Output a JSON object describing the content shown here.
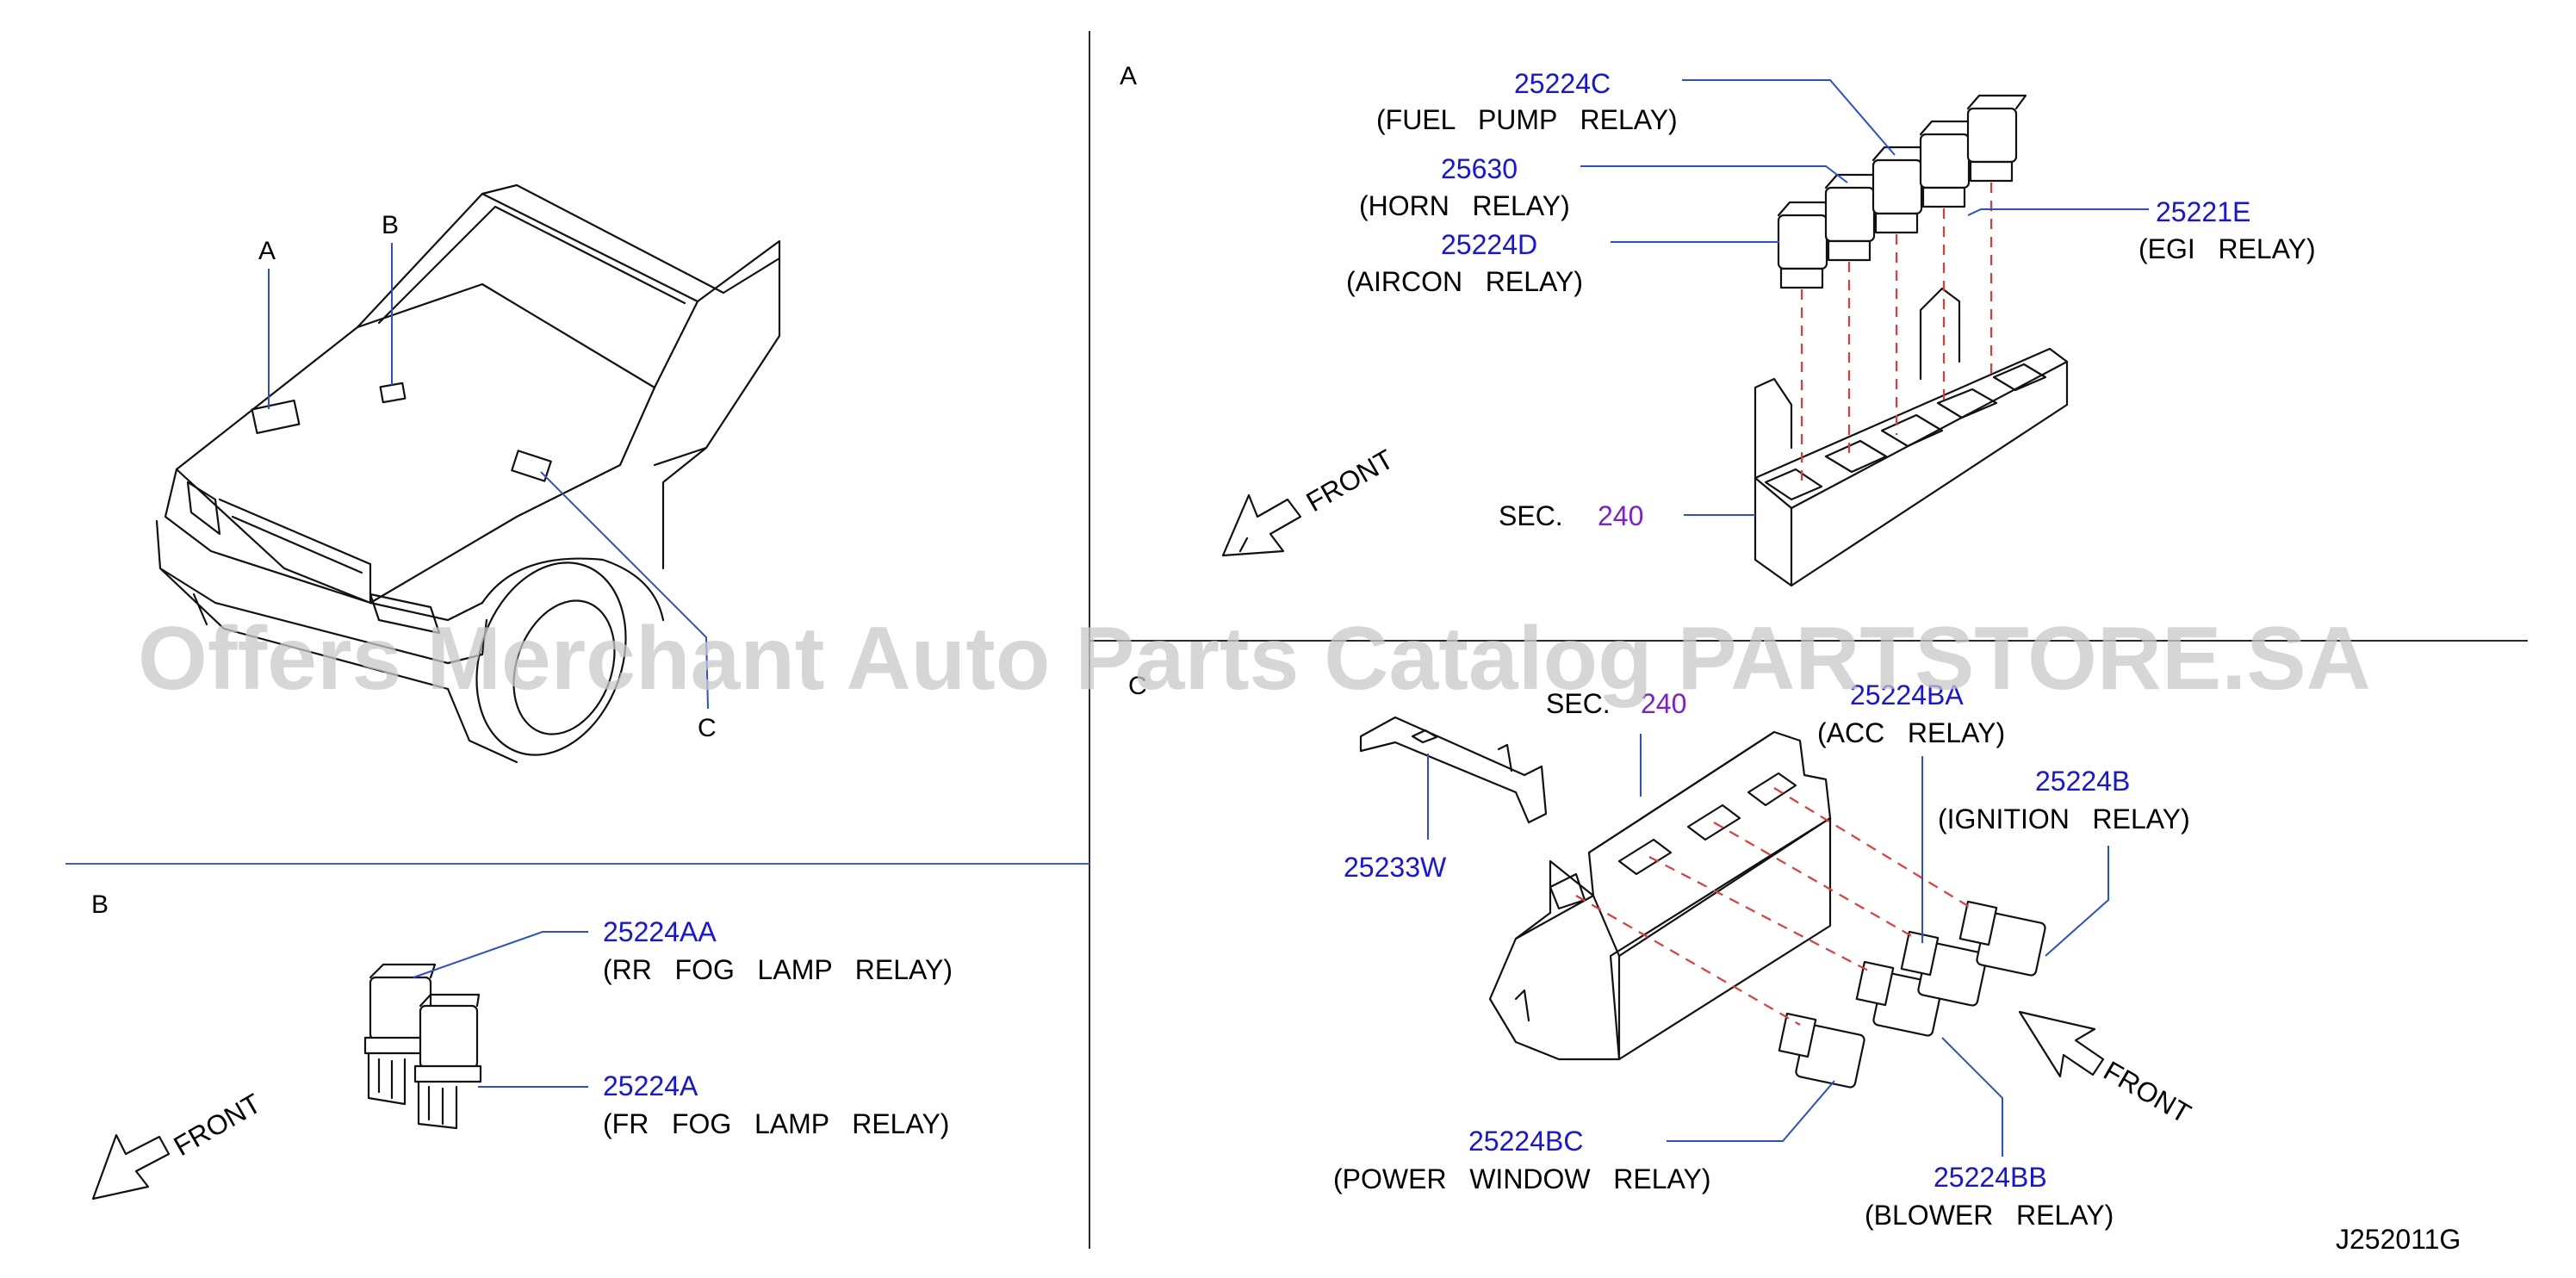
{
  "panels": {
    "overview": {
      "view_a": "A",
      "view_b": "B",
      "view_c": "C"
    },
    "a": {
      "title": "A",
      "fuel_pump_pn": "25224C",
      "fuel_pump_name": "(FUEL   PUMP   RELAY)",
      "horn_pn": "25630",
      "horn_name": "(HORN   RELAY)",
      "aircon_pn": "25224D",
      "aircon_name": "(AIRCON   RELAY)",
      "egi_pn": "25221E",
      "egi_name": "(EGI   RELAY)",
      "front": "FRONT",
      "sec_label": "SEC.",
      "sec_num": "240"
    },
    "b": {
      "title": "B",
      "rr_fog_pn": "25224AA",
      "rr_fog_name": "(RR   FOG   LAMP   RELAY)",
      "fr_fog_pn": "25224A",
      "fr_fog_name": "(FR   FOG   LAMP   RELAY)",
      "front": "FRONT"
    },
    "c": {
      "title": "C",
      "sec_label": "SEC.",
      "sec_num": "240",
      "acc_pn": "25224BA",
      "acc_name": "(ACC   RELAY)",
      "ign_pn": "25224B",
      "ign_name": "(IGNITION   RELAY)",
      "bracket_pn": "25233W",
      "pw_pn": "25224BC",
      "pw_name": "(POWER   WINDOW   RELAY)",
      "blower_pn": "25224BB",
      "blower_name": "(BLOWER   RELAY)",
      "front": "FRONT"
    }
  },
  "drawing_code": "J252011G",
  "watermark": "Offers Merchant Auto Parts Catalog PARTSTORE.SA",
  "colors": {
    "part_number": "#1414e6",
    "section_number": "#7a1fd1",
    "leader": "#2a4fd6",
    "exploded_guide": "#e23a3a"
  }
}
